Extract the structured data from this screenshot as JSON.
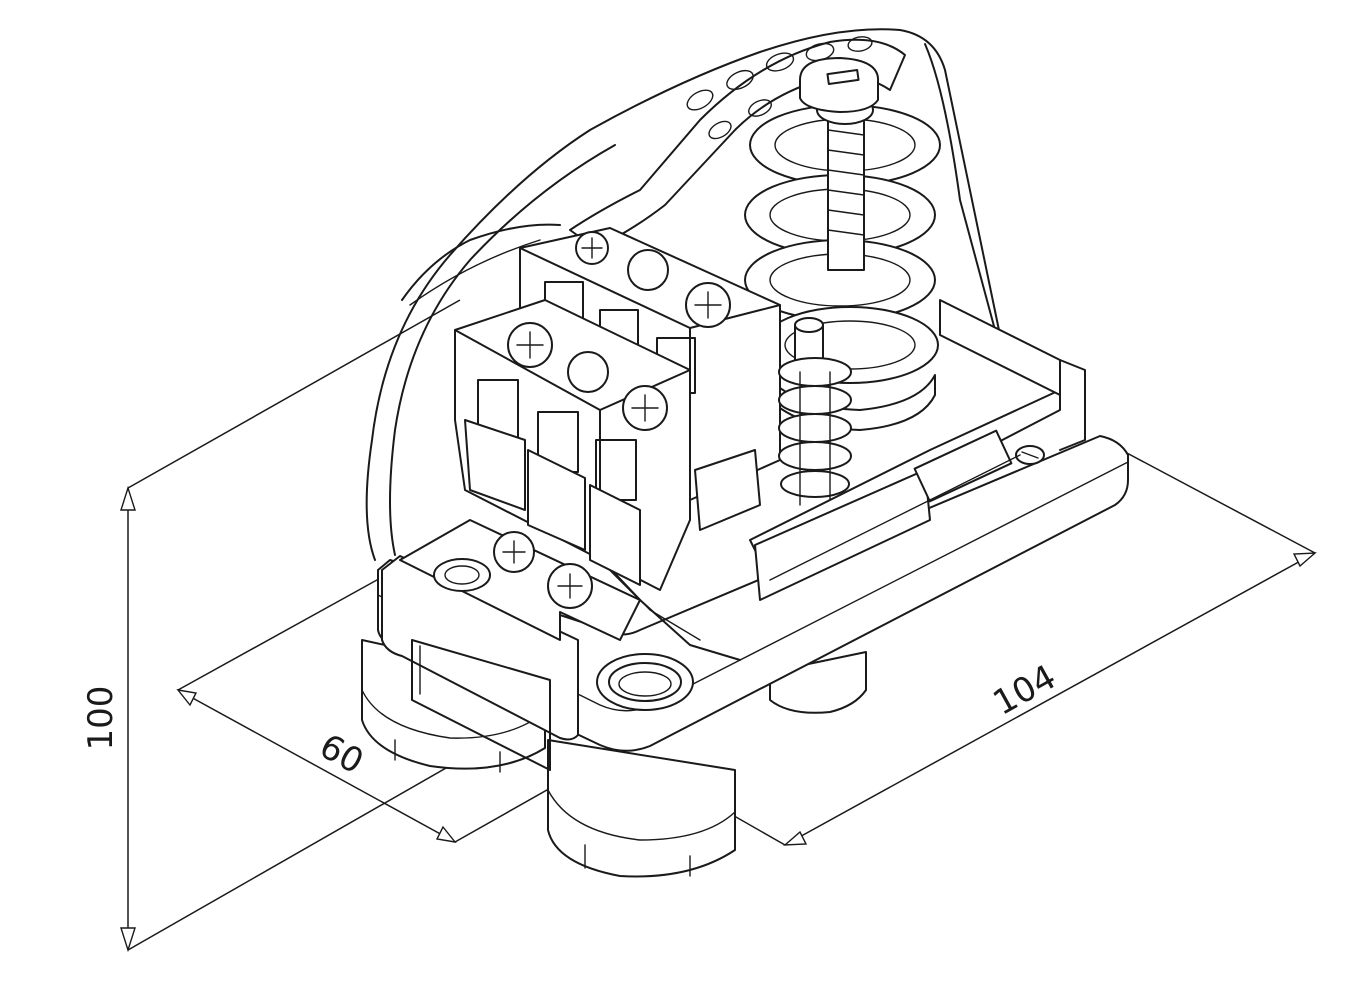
{
  "figure": {
    "subject": "pressure-switch",
    "line_color": "#1a1a1a",
    "background": "#ffffff"
  },
  "dimensions": {
    "height": {
      "value": "100"
    },
    "depth": {
      "value": "60"
    },
    "length": {
      "value": "104"
    }
  }
}
